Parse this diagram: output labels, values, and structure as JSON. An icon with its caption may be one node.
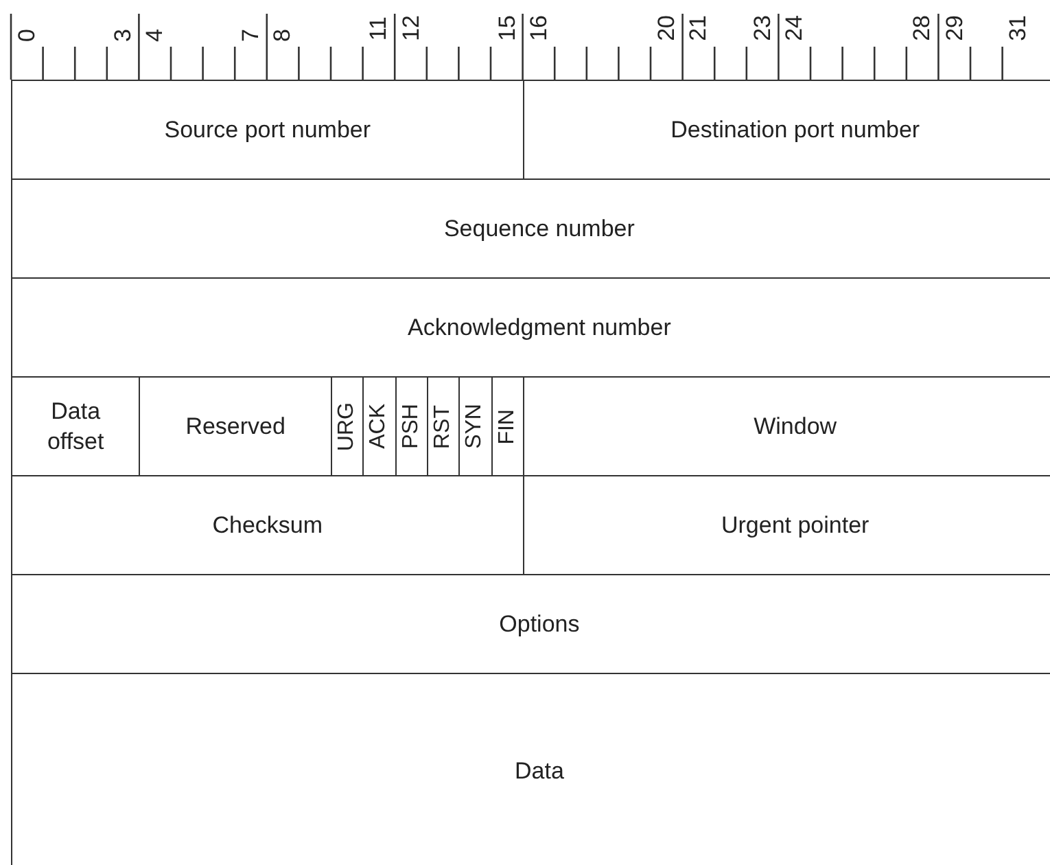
{
  "diagram": {
    "nodes": [
      {
        "text": [
          "Source port number"
        ]
      },
      {
        "text": [
          "Destination port number"
        ]
      },
      {
        "text": [
          "Sequence number"
        ]
      },
      {
        "text": [
          "Acknowledgment number"
        ]
      },
      {
        "text": [
          "Data offset"
        ]
      },
      {
        "text": [
          "Reserved"
        ]
      },
      {
        "text": [
          "URG"
        ]
      },
      {
        "text": [
          "ACK"
        ]
      },
      {
        "text": [
          "PSH"
        ]
      },
      {
        "text": [
          "RST"
        ]
      },
      {
        "text": [
          "SYN"
        ]
      },
      {
        "text": [
          "FIN"
        ]
      },
      {
        "text": [
          "Window"
        ]
      },
      {
        "text": [
          "Checksum"
        ]
      },
      {
        "text": [
          "Urgent pointer"
        ]
      },
      {
        "text": [
          "Options"
        ]
      },
      {
        "text": [
          "Data"
        ]
      }
    ],
    "edges": [],
    "labels": [
      "0",
      "3",
      "4",
      "7",
      "8",
      "11",
      "12",
      "15",
      "16",
      "20",
      "21",
      "23",
      "24",
      "28",
      "29",
      "31"
    ]
  }
}
